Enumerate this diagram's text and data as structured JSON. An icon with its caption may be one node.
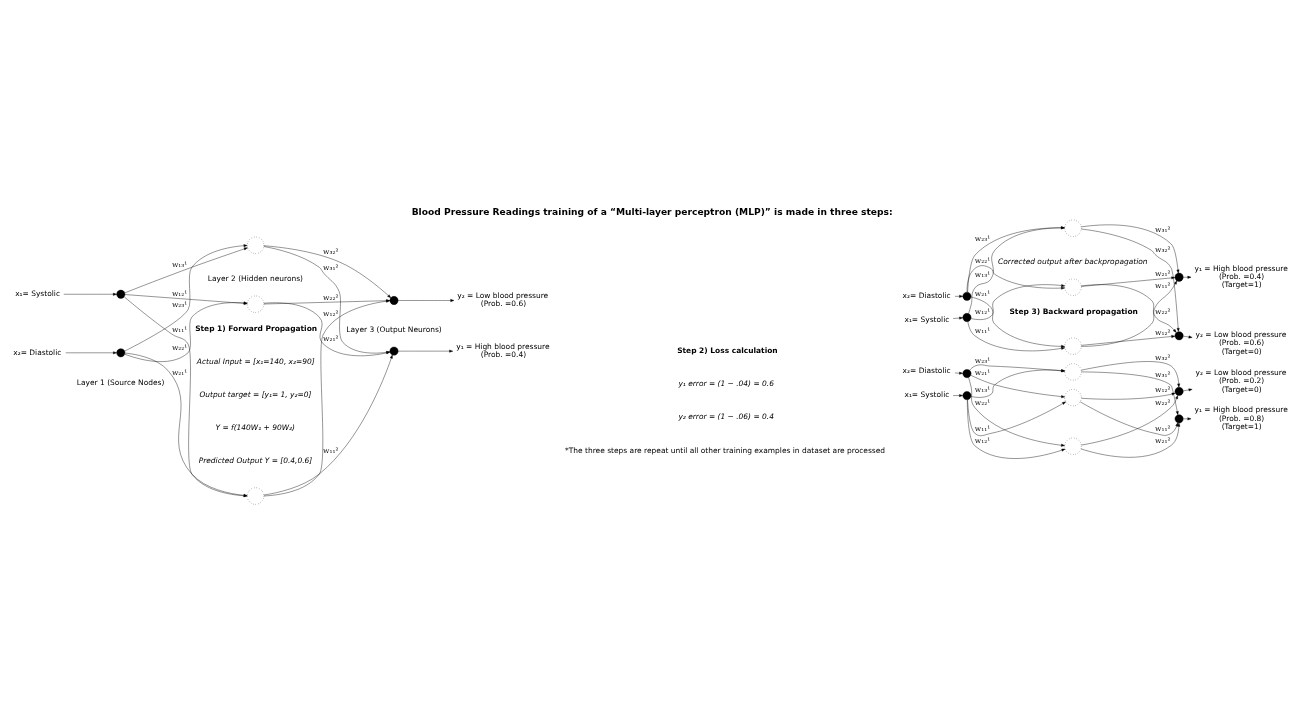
{
  "diagram": {
    "title": "Blood Pressure Readings training of a “Multi-layer perceptron (MLP)” is made in three steps:",
    "caption": "*The three steps are repeat until all other training examples in dataset are processed",
    "nodes": [
      {
        "text": [
          "x₁= Systolic"
        ]
      },
      {
        "text": [
          "x₂= Diastolic"
        ]
      },
      {
        "text": [],
        "shape": "circle"
      },
      {
        "text": [],
        "shape": "circle"
      },
      {
        "text": [],
        "shape": "circle"
      },
      {
        "text": [],
        "shape": "circle"
      },
      {
        "text": [],
        "shape": "circle"
      },
      {
        "text": [],
        "shape": "circle"
      },
      {
        "text": [],
        "shape": "circle"
      },
      {
        "text": [
          "y₁ = High blood pressure",
          "(Prob. =0.4)"
        ]
      },
      {
        "text": [
          "y₂ = Low blood pressure",
          "(Prob. =0.6)"
        ]
      },
      {
        "text": [
          "x₁= Systolic"
        ]
      },
      {
        "text": [
          "x₂= Diastolic"
        ]
      },
      {
        "text": [],
        "shape": "circle"
      },
      {
        "text": [],
        "shape": "circle"
      },
      {
        "text": [],
        "shape": "circle"
      },
      {
        "text": [],
        "shape": "circle"
      },
      {
        "text": [],
        "shape": "circle"
      },
      {
        "text": [],
        "shape": "circle"
      },
      {
        "text": [],
        "shape": "circle"
      },
      {
        "text": [
          "y₁ = High blood pressure",
          "(Prob. =0.4)",
          "(Target=1)"
        ]
      },
      {
        "text": [
          "y₂ = Low blood pressure",
          "(Prob. =0.6)",
          "(Target=0)"
        ]
      },
      {
        "text": [
          "x₁= Systolic"
        ]
      },
      {
        "text": [
          "x₂= Diastolic"
        ]
      },
      {
        "text": [],
        "shape": "circle"
      },
      {
        "text": [],
        "shape": "circle"
      },
      {
        "text": [],
        "shape": "circle"
      },
      {
        "text": [],
        "shape": "circle"
      },
      {
        "text": [],
        "shape": "circle"
      },
      {
        "text": [],
        "shape": "circle"
      },
      {
        "text": [],
        "shape": "circle"
      },
      {
        "text": [
          "y₁ = High blood pressure",
          "(Prob. =0.8)",
          "(Target=1)"
        ]
      },
      {
        "text": [
          "y₂ = Low blood pressure",
          "(Prob. =0.2)",
          "(Target=0)"
        ]
      }
    ],
    "edges": [
      {
        "from": 0,
        "to": 2,
        "arrow": "to"
      },
      {
        "from": 1,
        "to": 3,
        "arrow": "to"
      },
      {
        "from": 2,
        "to": 4,
        "arrow": "to",
        "label": "w₁₁¹"
      },
      {
        "from": 2,
        "to": 5,
        "arrow": "to",
        "label": "w₁₂¹"
      },
      {
        "from": 2,
        "to": 6,
        "arrow": "to",
        "label": "w₁₃¹"
      },
      {
        "from": 3,
        "to": 4,
        "arrow": "to",
        "label": "w₂₁¹"
      },
      {
        "from": 3,
        "to": 5,
        "arrow": "to",
        "label": "w₂₂¹"
      },
      {
        "from": 3,
        "to": 6,
        "arrow": "to",
        "label": "w₂₃¹"
      },
      {
        "from": 4,
        "to": 7,
        "arrow": "to",
        "label": "w₁₁²"
      },
      {
        "from": 4,
        "to": 8,
        "arrow": "to",
        "label": "w₁₂²"
      },
      {
        "from": 5,
        "to": 7,
        "arrow": "to",
        "label": "w₂₁²"
      },
      {
        "from": 5,
        "to": 8,
        "arrow": "to",
        "label": "w₂₂²"
      },
      {
        "from": 6,
        "to": 7,
        "arrow": "to",
        "label": "w₃₁²"
      },
      {
        "from": 6,
        "to": 8,
        "arrow": "to",
        "label": "w₃₂²"
      },
      {
        "from": 7,
        "to": 9,
        "arrow": "to"
      },
      {
        "from": 8,
        "to": 10,
        "arrow": "to"
      },
      {
        "from": 11,
        "to": 13,
        "arrow": "to"
      },
      {
        "from": 12,
        "to": 14,
        "arrow": "to"
      },
      {
        "from": 13,
        "to": 15,
        "arrow": "to",
        "label": "w₁₁¹"
      },
      {
        "from": 13,
        "to": 16,
        "arrow": "to",
        "label": "w₁₂¹"
      },
      {
        "from": 13,
        "to": 17,
        "arrow": "to",
        "label": "w₁₃¹"
      },
      {
        "from": 14,
        "to": 15,
        "arrow": "to",
        "label": "w₂₁¹"
      },
      {
        "from": 14,
        "to": 16,
        "arrow": "to",
        "label": "w₂₂¹"
      },
      {
        "from": 14,
        "to": 17,
        "arrow": "to",
        "label": "w₂₃¹"
      },
      {
        "from": 15,
        "to": 18,
        "arrow": "to",
        "label": "w₁₁²"
      },
      {
        "from": 15,
        "to": 19,
        "arrow": "to",
        "label": "w₁₂²"
      },
      {
        "from": 16,
        "to": 18,
        "arrow": "to",
        "label": "w₂₁²"
      },
      {
        "from": 16,
        "to": 19,
        "arrow": "to",
        "label": "w₂₂²"
      },
      {
        "from": 17,
        "to": 18,
        "arrow": "to",
        "label": "w₃₁²"
      },
      {
        "from": 17,
        "to": 19,
        "arrow": "to",
        "label": "w₃₂²"
      },
      {
        "from": 18,
        "to": 20,
        "arrow": "to"
      },
      {
        "from": 19,
        "to": 21,
        "arrow": "to"
      },
      {
        "from": 22,
        "to": 24,
        "arrow": "to"
      },
      {
        "from": 23,
        "to": 25,
        "arrow": "to"
      },
      {
        "from": 24,
        "to": 26,
        "arrow": "to",
        "label": "w₁₁¹"
      },
      {
        "from": 24,
        "to": 27,
        "arrow": "to",
        "label": "w₁₂¹"
      },
      {
        "from": 24,
        "to": 28,
        "arrow": "to",
        "label": "w₁₃¹"
      },
      {
        "from": 25,
        "to": 26,
        "arrow": "to",
        "label": "w₂₁¹"
      },
      {
        "from": 25,
        "to": 27,
        "arrow": "to",
        "label": "w₂₂¹"
      },
      {
        "from": 25,
        "to": 28,
        "arrow": "to",
        "label": "w₂₃¹"
      },
      {
        "from": 26,
        "to": 29,
        "arrow": "to",
        "label": "w₁₁²"
      },
      {
        "from": 26,
        "to": 30,
        "arrow": "to",
        "label": "w₁₂²"
      },
      {
        "from": 27,
        "to": 29,
        "arrow": "to",
        "label": "w₂₁²"
      },
      {
        "from": 27,
        "to": 30,
        "arrow": "to",
        "label": "w₂₂²"
      },
      {
        "from": 28,
        "to": 29,
        "arrow": "to",
        "label": "w₃₁²"
      },
      {
        "from": 28,
        "to": 30,
        "arrow": "to",
        "label": "w₃₂²"
      },
      {
        "from": 29,
        "to": 31,
        "arrow": "to"
      },
      {
        "from": 30,
        "to": 32,
        "arrow": "to"
      }
    ],
    "labels": [
      "Step 1) Forward Propagation",
      "Actual Input = [x₁=140, x₂=90]",
      "Output target = [y₁= 1, y₂=0]",
      "Y = f(140W₁ + 90W₂)",
      "Predicted Output Y = [0.4,0.6]",
      "Layer 2 (Hidden neurons)",
      "Layer 1 (Source Nodes)",
      "Layer 3 (Output Neurons)",
      "Step 2) Loss calculation",
      "y₁ error = (1 − .04) = 0.6",
      "y₂ error = (1 − .06) = 0.4",
      "Step 3) Backward propagation",
      "Corrected output after backpropagation"
    ]
  }
}
